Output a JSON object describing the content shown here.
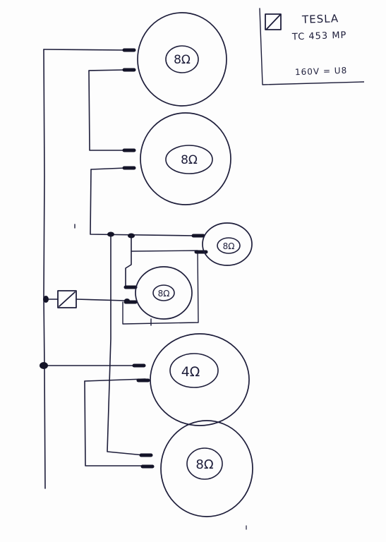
{
  "legend": {
    "brand": "TESLA",
    "model": "TC 453 MP",
    "rating": "160V = U8",
    "symbol": "transformer-symbol"
  },
  "speakers": [
    {
      "impedance": "8Ω"
    },
    {
      "impedance": "8Ω"
    },
    {
      "impedance": "8Ω"
    },
    {
      "impedance": "8Ω"
    },
    {
      "impedance": "4Ω"
    },
    {
      "impedance": "8Ω"
    }
  ],
  "colors": {
    "ink": "#1d1d3a",
    "paper": "#fdfdfd"
  }
}
